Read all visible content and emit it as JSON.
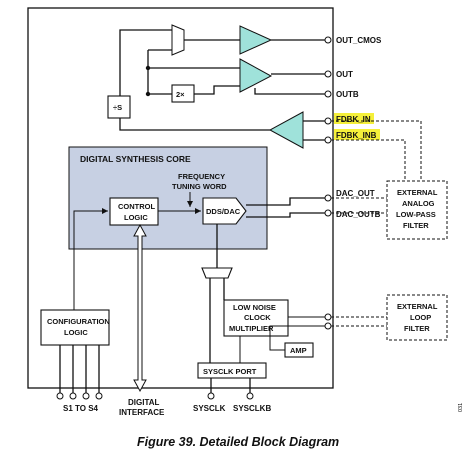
{
  "figure": {
    "caption": "Figure 39. Detailed Block Diagram",
    "side_code": "031"
  },
  "pins": {
    "out_cmos": "OUT_CMOS",
    "out": "OUT",
    "outb": "OUTB",
    "fdbk_in": "FDBK_IN",
    "fdbk_inb": "FDBK_INB",
    "dac_out": "DAC_OUT",
    "dac_outb": "DAC_OUTB",
    "s1_s4": "S1 TO S4",
    "digital_interface": [
      "DIGITAL",
      "INTERFACE"
    ],
    "sysclk": "SYSCLK",
    "sysclkb": "SYSCLKB"
  },
  "blocks": {
    "divider": "÷S",
    "doubler": "2×",
    "core_title": "DIGITAL SYNTHESIS CORE",
    "ftw": [
      "FREQUENCY",
      "TUNING WORD"
    ],
    "control": [
      "CONTROL",
      "LOGIC"
    ],
    "dds": "DDS/DAC",
    "config": [
      "CONFIGURATION",
      "LOGIC"
    ],
    "clkmult": [
      "LOW NOISE",
      "CLOCK",
      "MULTIPLIER"
    ],
    "amp": "AMP",
    "sysclk_port": "SYSCLK PORT",
    "ext_filter": [
      "EXTERNAL",
      "ANALOG",
      "LOW-PASS",
      "FILTER"
    ],
    "ext_loop": [
      "EXTERNAL",
      "LOOP",
      "FILTER"
    ]
  },
  "colors": {
    "amplifier_fill": "#9fe2da",
    "core_fill": "#c7d0e3",
    "highlight": "#f5f03a"
  }
}
